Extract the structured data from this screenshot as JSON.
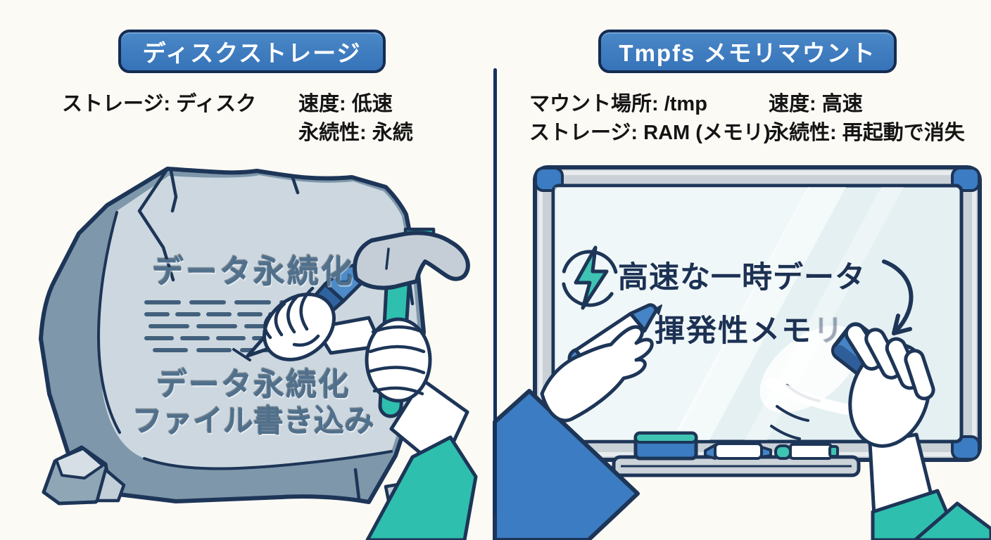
{
  "colors": {
    "accent_blue": "#3b7cc2",
    "teal": "#2fbfae",
    "navy_outline": "#1d3557",
    "stone_light": "#ccd7df",
    "stone_dark": "#7e97aa",
    "board_bg": "#e4f0f2",
    "background": "#fcfaf5"
  },
  "icons": {
    "lightning": "bolt-in-broken-circle",
    "arrow": "curved-down-arrow",
    "hammer": "claw-hammer",
    "chisel": "stone-chisel",
    "eraser": "whiteboard-eraser",
    "marker": "whiteboard-marker"
  },
  "left_panel": {
    "title": "ディスクストレージ",
    "spec_col1_line1": "ストレージ: ディスク",
    "spec_col2_line1": "速度: 低速",
    "spec_col2_line2": "永続性: 永続",
    "stone_carved_line1": "データ永続化",
    "stone_carved_line2": "データ永続化",
    "stone_carved_line3": "ファイル書き込み"
  },
  "right_panel": {
    "title": "Tmpfs メモリマウント",
    "spec_col1_line1": "マウント場所: /tmp",
    "spec_col1_line2": "ストレージ: RAM (メモリ)",
    "spec_col2_line1": "速度: 高速",
    "spec_col2_line2": "永続性: 再起動で消失",
    "board_line1": "高速な一時データ",
    "board_line2": "揮発性メモ",
    "board_line2_fading": "リ"
  }
}
